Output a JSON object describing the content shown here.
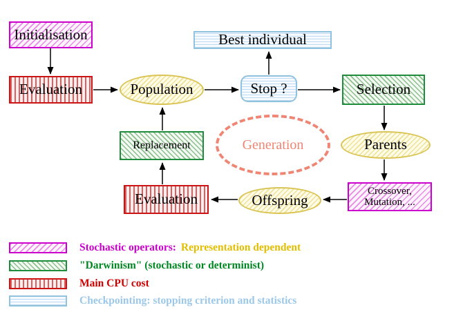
{
  "nodes": {
    "initialisation": {
      "label": "Initialisation"
    },
    "evaluation_top": {
      "label": "Evaluation"
    },
    "population": {
      "label": "Population"
    },
    "best_individual": {
      "label": "Best individual"
    },
    "stop": {
      "label": "Stop ?"
    },
    "selection": {
      "label": "Selection"
    },
    "replacement": {
      "label": "Replacement"
    },
    "generation": {
      "label": "Generation"
    },
    "parents": {
      "label": "Parents"
    },
    "crossover": {
      "label_line1": "Crossover,",
      "label_line2": "Mutation, ..."
    },
    "evaluation_bottom": {
      "label": "Evaluation"
    },
    "offspring": {
      "label": "Offspring"
    }
  },
  "edges": [
    {
      "from": "Initialisation",
      "to": "Evaluation (top)"
    },
    {
      "from": "Evaluation (top)",
      "to": "Population"
    },
    {
      "from": "Population",
      "to": "Stop ?"
    },
    {
      "from": "Stop ?",
      "to": "Best individual"
    },
    {
      "from": "Stop ?",
      "to": "Selection"
    },
    {
      "from": "Selection",
      "to": "Parents"
    },
    {
      "from": "Parents",
      "to": "Crossover, Mutation, ..."
    },
    {
      "from": "Crossover, Mutation, ...",
      "to": "Offspring"
    },
    {
      "from": "Offspring",
      "to": "Evaluation (bottom)"
    },
    {
      "from": "Evaluation (bottom)",
      "to": "Replacement"
    },
    {
      "from": "Replacement",
      "to": "Population"
    }
  ],
  "legend": {
    "items": [
      {
        "pattern": "magenta-diagonal-hatch",
        "parts": [
          {
            "text": "Stochastic operators:",
            "color": "#cc00cc"
          },
          {
            "text": "Representation dependent",
            "color": "#e3be00"
          }
        ]
      },
      {
        "pattern": "green-diagonal-hatch",
        "parts": [
          {
            "text": "\"Darwinism\" (stochastic or determinist)",
            "color": "#008822"
          }
        ]
      },
      {
        "pattern": "red-vertical-lines",
        "parts": [
          {
            "text": "Main CPU cost",
            "color": "#cc0000"
          }
        ]
      },
      {
        "pattern": "blue-horizontal-lines",
        "parts": [
          {
            "text": "Checkpointing: stopping criterion and statistics",
            "color": "#9cc8e8"
          }
        ]
      }
    ]
  },
  "colors": {
    "magenta": "#cc00cc",
    "red": "#cc1414",
    "green": "#1f8c3c",
    "light_blue": "#90c2e0",
    "gold": "#d9c455",
    "salmon": "#ef8573",
    "arrow": "#000000"
  }
}
